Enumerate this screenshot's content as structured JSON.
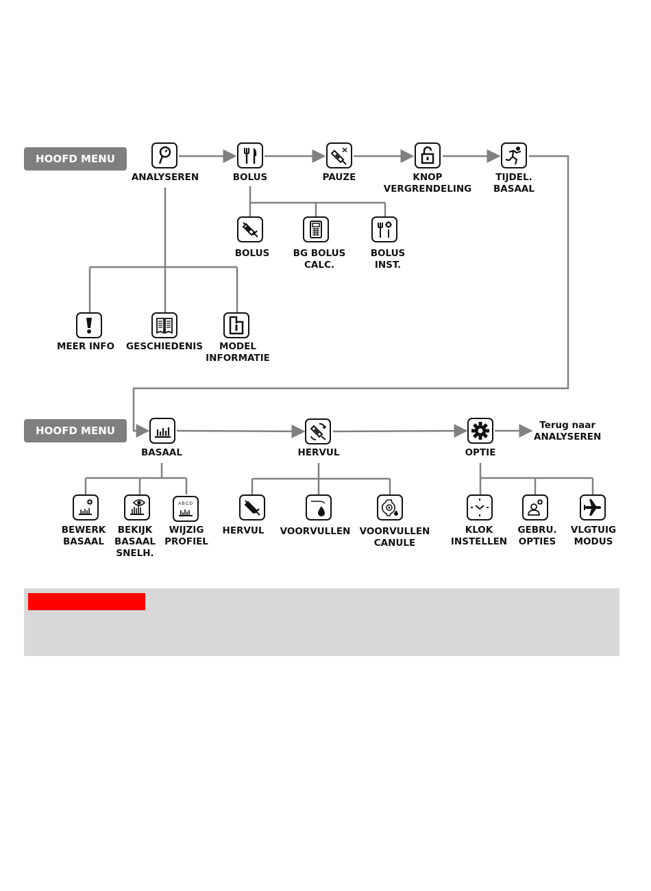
{
  "main_menu_label": "HOOFD MENU",
  "row1": {
    "items": [
      {
        "id": "analyseren",
        "label": "ANALYSEREN",
        "icon": "magnifier-icon"
      },
      {
        "id": "bolus",
        "label": "BOLUS",
        "icon": "fork-knife-icon"
      },
      {
        "id": "pauze",
        "label": "PAUZE",
        "icon": "syringe-pause-icon"
      },
      {
        "id": "knop",
        "label1": "KNOP",
        "label2": "VERGRENDELING",
        "icon": "lock-icon"
      },
      {
        "id": "tijdel",
        "label1": "TIJDEL.",
        "label2": "BASAAL",
        "icon": "running-person-icon"
      }
    ],
    "bolus_sub": [
      {
        "label": "BOLUS",
        "icon": "syringe-icon"
      },
      {
        "label1": "BG BOLUS",
        "label2": "CALC.",
        "icon": "calculator-icon"
      },
      {
        "label1": "BOLUS",
        "label2": "INST.",
        "icon": "fork-gear-icon"
      }
    ],
    "analyse_sub": [
      {
        "label": "MEER INFO",
        "icon": "exclamation-icon"
      },
      {
        "label": "GESCHIEDENIS",
        "icon": "book-icon"
      },
      {
        "label1": "MODEL",
        "label2": "INFORMATIE",
        "icon": "info-icon"
      }
    ]
  },
  "row2": {
    "items": [
      {
        "id": "basaal",
        "label": "BASAAL",
        "icon": "bar-chart-icon"
      },
      {
        "id": "hervul",
        "label": "HERVUL",
        "icon": "syringe-refill-icon"
      },
      {
        "id": "optie",
        "label": "OPTIE",
        "icon": "gear-icon"
      }
    ],
    "back_note_line1": "Terug naar",
    "back_note_line2": "ANALYSEREN",
    "basaal_sub": [
      {
        "label1": "BEWERK",
        "label2": "BASAAL",
        "icon": "bar-chart-gear-icon"
      },
      {
        "label1": "BEKIJK",
        "label2": "BASAAL",
        "label3": "SNELH.",
        "icon": "bar-chart-eye-icon"
      },
      {
        "label1": "WIJZIG",
        "label2": "PROFIEL",
        "icon": "bar-chart-abcd-icon"
      }
    ],
    "hervul_sub": [
      {
        "label": "HERVUL",
        "icon": "syringe-icon"
      },
      {
        "label": "VOORVULLEN",
        "icon": "drop-icon"
      },
      {
        "label1": "VOORVULLEN",
        "label2": "CANULE",
        "icon": "cannula-drop-icon"
      }
    ],
    "optie_sub": [
      {
        "label1": "KLOK",
        "label2": "INSTELLEN",
        "icon": "clock-icon"
      },
      {
        "label1": "GEBRU.",
        "label2": "OPTIES",
        "icon": "user-gear-icon"
      },
      {
        "label1": "VLGTUIG",
        "label2": "MODUS",
        "icon": "airplane-icon"
      }
    ]
  },
  "colors": {
    "connector": "#808080",
    "pill": "#7f7f7f",
    "panel": "#d8d8d8",
    "highlight": "#ff0000"
  }
}
